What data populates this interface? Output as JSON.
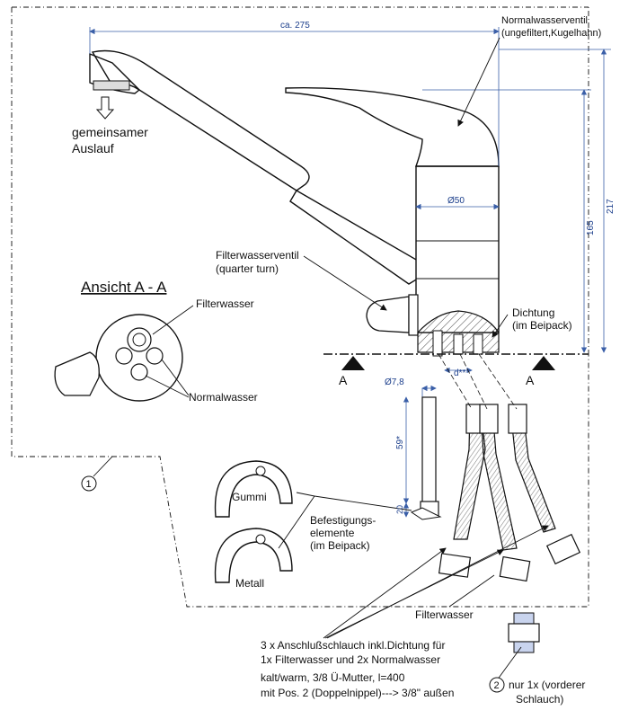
{
  "labels": {
    "normalwasserventil_1": "Normalwasserventil",
    "normalwasserventil_2": "(ungefiltert,Kugelhahn)",
    "auslauf_1": "gemeinsamer",
    "auslauf_2": "Auslauf",
    "filterwasserventil_1": "Filterwasserventil",
    "filterwasserventil_2": "(quarter turn)",
    "ansicht": "Ansicht A - A",
    "filterwasser_top": "Filterwasser",
    "normalwasser": "Normalwasser",
    "dichtung_1": "Dichtung",
    "dichtung_2": "(im Beipack)",
    "section_a_left": "A",
    "section_a_right": "A",
    "gummi": "Gummi",
    "metall": "Metall",
    "befestigung_1": "Befestigungs-",
    "befestigung_2": "elemente",
    "befestigung_3": "(im Beipack)",
    "filterwasser_bottom": "Filterwasser",
    "hose_1": "3 x Anschlußschlauch inkl.Dichtung für",
    "hose_2": "1x Filterwasser und 2x Normalwasser",
    "hose_3": "kalt/warm, 3/8 Ü-Mutter, l=400",
    "hose_4": "mit Pos. 2 (Doppelnippel)---> 3/8\" außen",
    "pos1": "1",
    "pos2": "2",
    "pos2_1": "nur 1x (vorderer",
    "pos2_2": "Schlauch)"
  },
  "dimensions": {
    "width": "ca. 275",
    "height_total": "217",
    "height_body": "165",
    "diameter_body": "Ø50",
    "diameter_rod": "Ø7,8",
    "rod_length": "59*",
    "rod_end": "20",
    "spacing": "d**"
  }
}
